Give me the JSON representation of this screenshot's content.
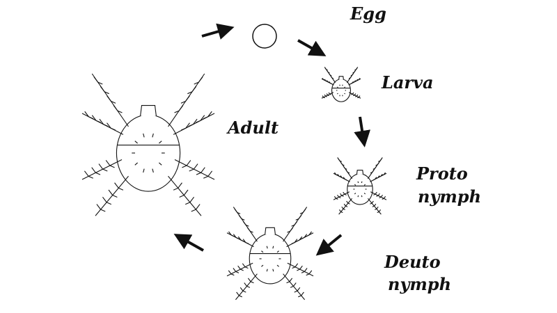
{
  "labels": {
    "egg": "Egg",
    "larva": "Larva",
    "proto_line1": "Proto",
    "proto_line2": "nymph",
    "deuto_line1": "Deuto",
    "deuto_line2": "nymph",
    "adult": "Adult"
  },
  "stages": [
    "egg",
    "larva",
    "protonymph",
    "deutonymph",
    "adult"
  ],
  "colors": {
    "ink": "#111111",
    "background": "#ffffff"
  }
}
